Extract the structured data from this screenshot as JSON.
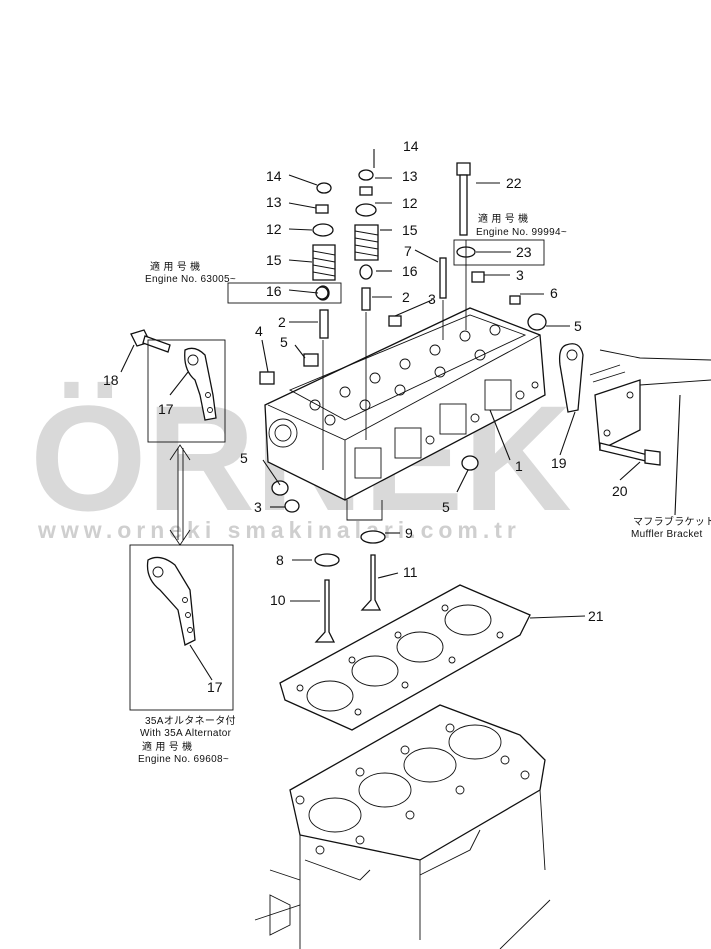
{
  "watermark": {
    "brand": "ÖRNEK",
    "url": "www.orneki smakinalari.com.tr"
  },
  "notes": {
    "engine_63005_jp": "適 用 号 機",
    "engine_63005": "Engine No. 63005~",
    "engine_99994_jp": "適 用 号 機",
    "engine_99994": "Engine No. 99994~",
    "alternator_jp": "35Aオルタネータ付",
    "alternator": "With 35A Alternator",
    "engine_69608_jp": "適 用 号 機",
    "engine_69608": "Engine No. 69608~",
    "muffler_jp": "マフラブラケット",
    "muffler": "Muffler Bracket"
  },
  "callouts": {
    "c1": "1",
    "c2a": "2",
    "c2b": "2",
    "c3a": "3",
    "c3b": "3",
    "c3c": "3",
    "c4": "4",
    "c5a": "5",
    "c5b": "5",
    "c5c": "5",
    "c5d": "5",
    "c6": "6",
    "c7": "7",
    "c8": "8",
    "c9": "9",
    "c10": "10",
    "c11": "11",
    "c12a": "12",
    "c12b": "12",
    "c13a": "13",
    "c13b": "13",
    "c14a": "14",
    "c14b": "14",
    "c15a": "15",
    "c15b": "15",
    "c16a": "16",
    "c16b": "16",
    "c17a": "17",
    "c17b": "17",
    "c18": "18",
    "c19": "19",
    "c20": "20",
    "c21": "21",
    "c22": "22",
    "c23": "23"
  }
}
